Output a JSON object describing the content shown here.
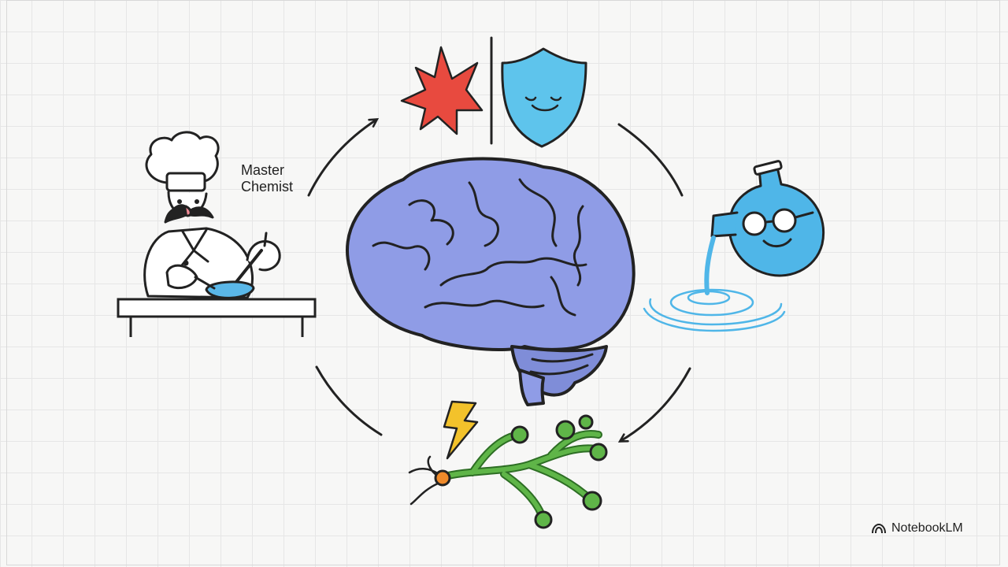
{
  "labels": {
    "chemist_line1": "Master",
    "chemist_line2": "Chemist"
  },
  "brand": {
    "name": "NotebookLM"
  },
  "icons": [
    "chef-icon",
    "explosion-icon",
    "shield-icon",
    "brain-icon",
    "flask-icon",
    "lightning-icon",
    "neuron-icon"
  ],
  "colors": {
    "brain": "#8f9ce6",
    "shield": "#5ec4ec",
    "explosion": "#e84a3f",
    "flask": "#4fb6e8",
    "neuron": "#5fb548",
    "lightning": "#f3c22b"
  }
}
